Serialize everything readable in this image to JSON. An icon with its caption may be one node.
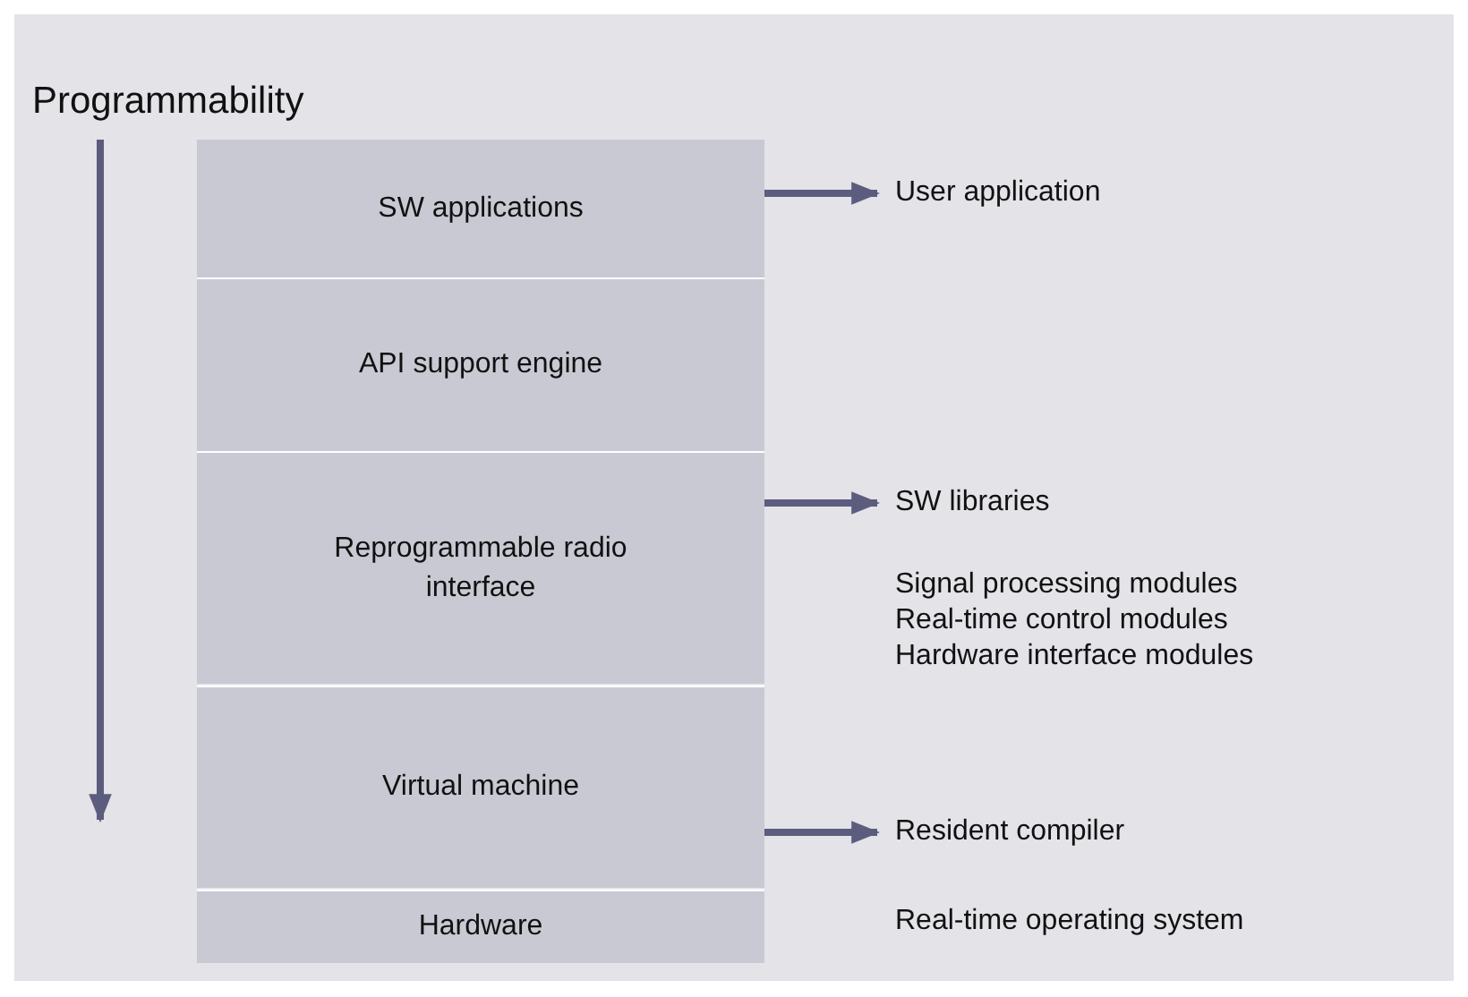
{
  "diagram": {
    "title": "Programmability",
    "nodes": [
      {
        "text": [
          "SW applications"
        ]
      },
      {
        "text": [
          "API support engine"
        ]
      },
      {
        "text": [
          "Reprogrammable radio interface"
        ]
      },
      {
        "text": [
          "Virtual machine"
        ]
      },
      {
        "text": [
          "Hardware"
        ]
      },
      {
        "text": [
          "User application"
        ]
      },
      {
        "text": [
          "SW libraries"
        ]
      },
      {
        "text": [
          "Resident compiler"
        ]
      }
    ],
    "edges": [
      {
        "from": 0,
        "to": 5,
        "arrow": "to"
      },
      {
        "from": 2,
        "to": 6,
        "arrow": "to"
      },
      {
        "from": 3,
        "to": 7,
        "arrow": "to"
      }
    ],
    "labels": [
      "Signal processing modules",
      "Real-time control modules",
      "Hardware interface modules",
      "Real-time operating system"
    ]
  }
}
